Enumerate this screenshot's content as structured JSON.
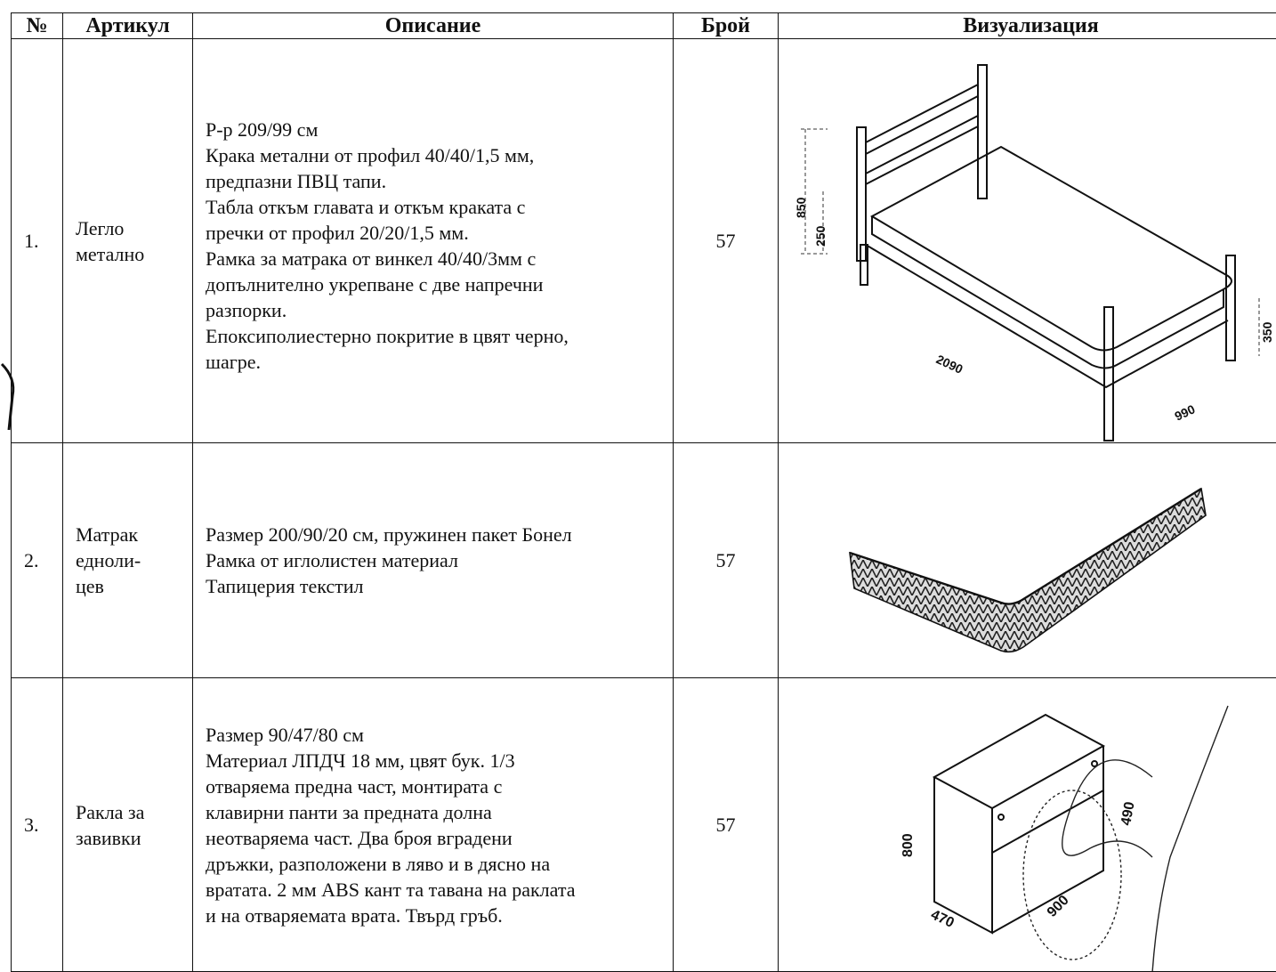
{
  "table": {
    "headers": {
      "num": "№",
      "article": "Артикул",
      "description": "Описание",
      "quantity": "Брой",
      "visualization": "Визуализация"
    },
    "rows": [
      {
        "num": "1.",
        "article": [
          "Легло",
          "метално"
        ],
        "description": [
          "Р-р 209/99 см",
          "Крака метални от профил 40/40/1,5 мм,",
          "предпазни ПВЦ тапи.",
          "Табла откъм главата и откъм краката с",
          "пречки от профил 20/20/1,5 мм.",
          "Рамка за матрака от винкел 40/40/3мм с",
          "допълнително укрепване с две напречни",
          "разпорки.",
          "Епоксиполиестерно покритие в цвят черно,",
          "шагре."
        ],
        "quantity": "57",
        "dims": {
          "height": "850",
          "head": "250",
          "length": "2090",
          "width": "990",
          "foot": "350"
        }
      },
      {
        "num": "2.",
        "article": [
          "Матрак",
          "едноли-",
          "цев"
        ],
        "description": [
          "Размер 200/90/20 см, пружинен пакет Бонел",
          "Рамка от иглолистен материал",
          "Тапицерия текстил"
        ],
        "quantity": "57"
      },
      {
        "num": "3.",
        "article": [
          "Ракла за",
          "завивки"
        ],
        "description": [
          "Размер 90/47/80 см",
          "Материал ЛПДЧ 18 мм, цвят бук. 1/3",
          "отваряема предна част, монтирата с",
          "клавирни панти за предната долна",
          "неотваряема част. Два броя вградени",
          "дръжки, разположени в ляво и в дясно на",
          "вратата. 2 мм ABS кант та тавана на раклата",
          "и на отваряемата врата. Твърд гръб."
        ],
        "quantity": "57",
        "dims": {
          "height": "800",
          "depth": "470",
          "width": "900",
          "top": "490"
        }
      }
    ]
  }
}
